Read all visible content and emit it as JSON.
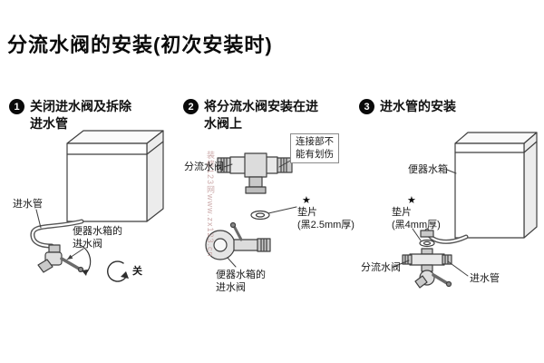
{
  "title": "分流水阀的安装(初次安装时)",
  "watermark": "装修123网www.zx123.cn",
  "steps": [
    {
      "number": "1",
      "heading": "关闭进水阀及拆除\n进水管",
      "labels": {
        "inlet_pipe": "进水管",
        "tank_valve": "便器水箱的\n进水阀",
        "close": "关"
      }
    },
    {
      "number": "2",
      "heading": "将分流水阀安装在进\n水阀上",
      "labels": {
        "diverter": "分流水阀",
        "caution": "连接部不\n能有划伤",
        "star": "★",
        "gasket": "垫片\n(黑2.5mm厚)",
        "tank_valve": "便器水箱的\n进水阀"
      }
    },
    {
      "number": "3",
      "heading": "进水管的安装",
      "labels": {
        "tank": "便器水箱",
        "star": "★",
        "gasket": "垫片\n(黑4mm厚)",
        "diverter": "分流水阀",
        "inlet_pipe": "进水管"
      }
    }
  ]
}
